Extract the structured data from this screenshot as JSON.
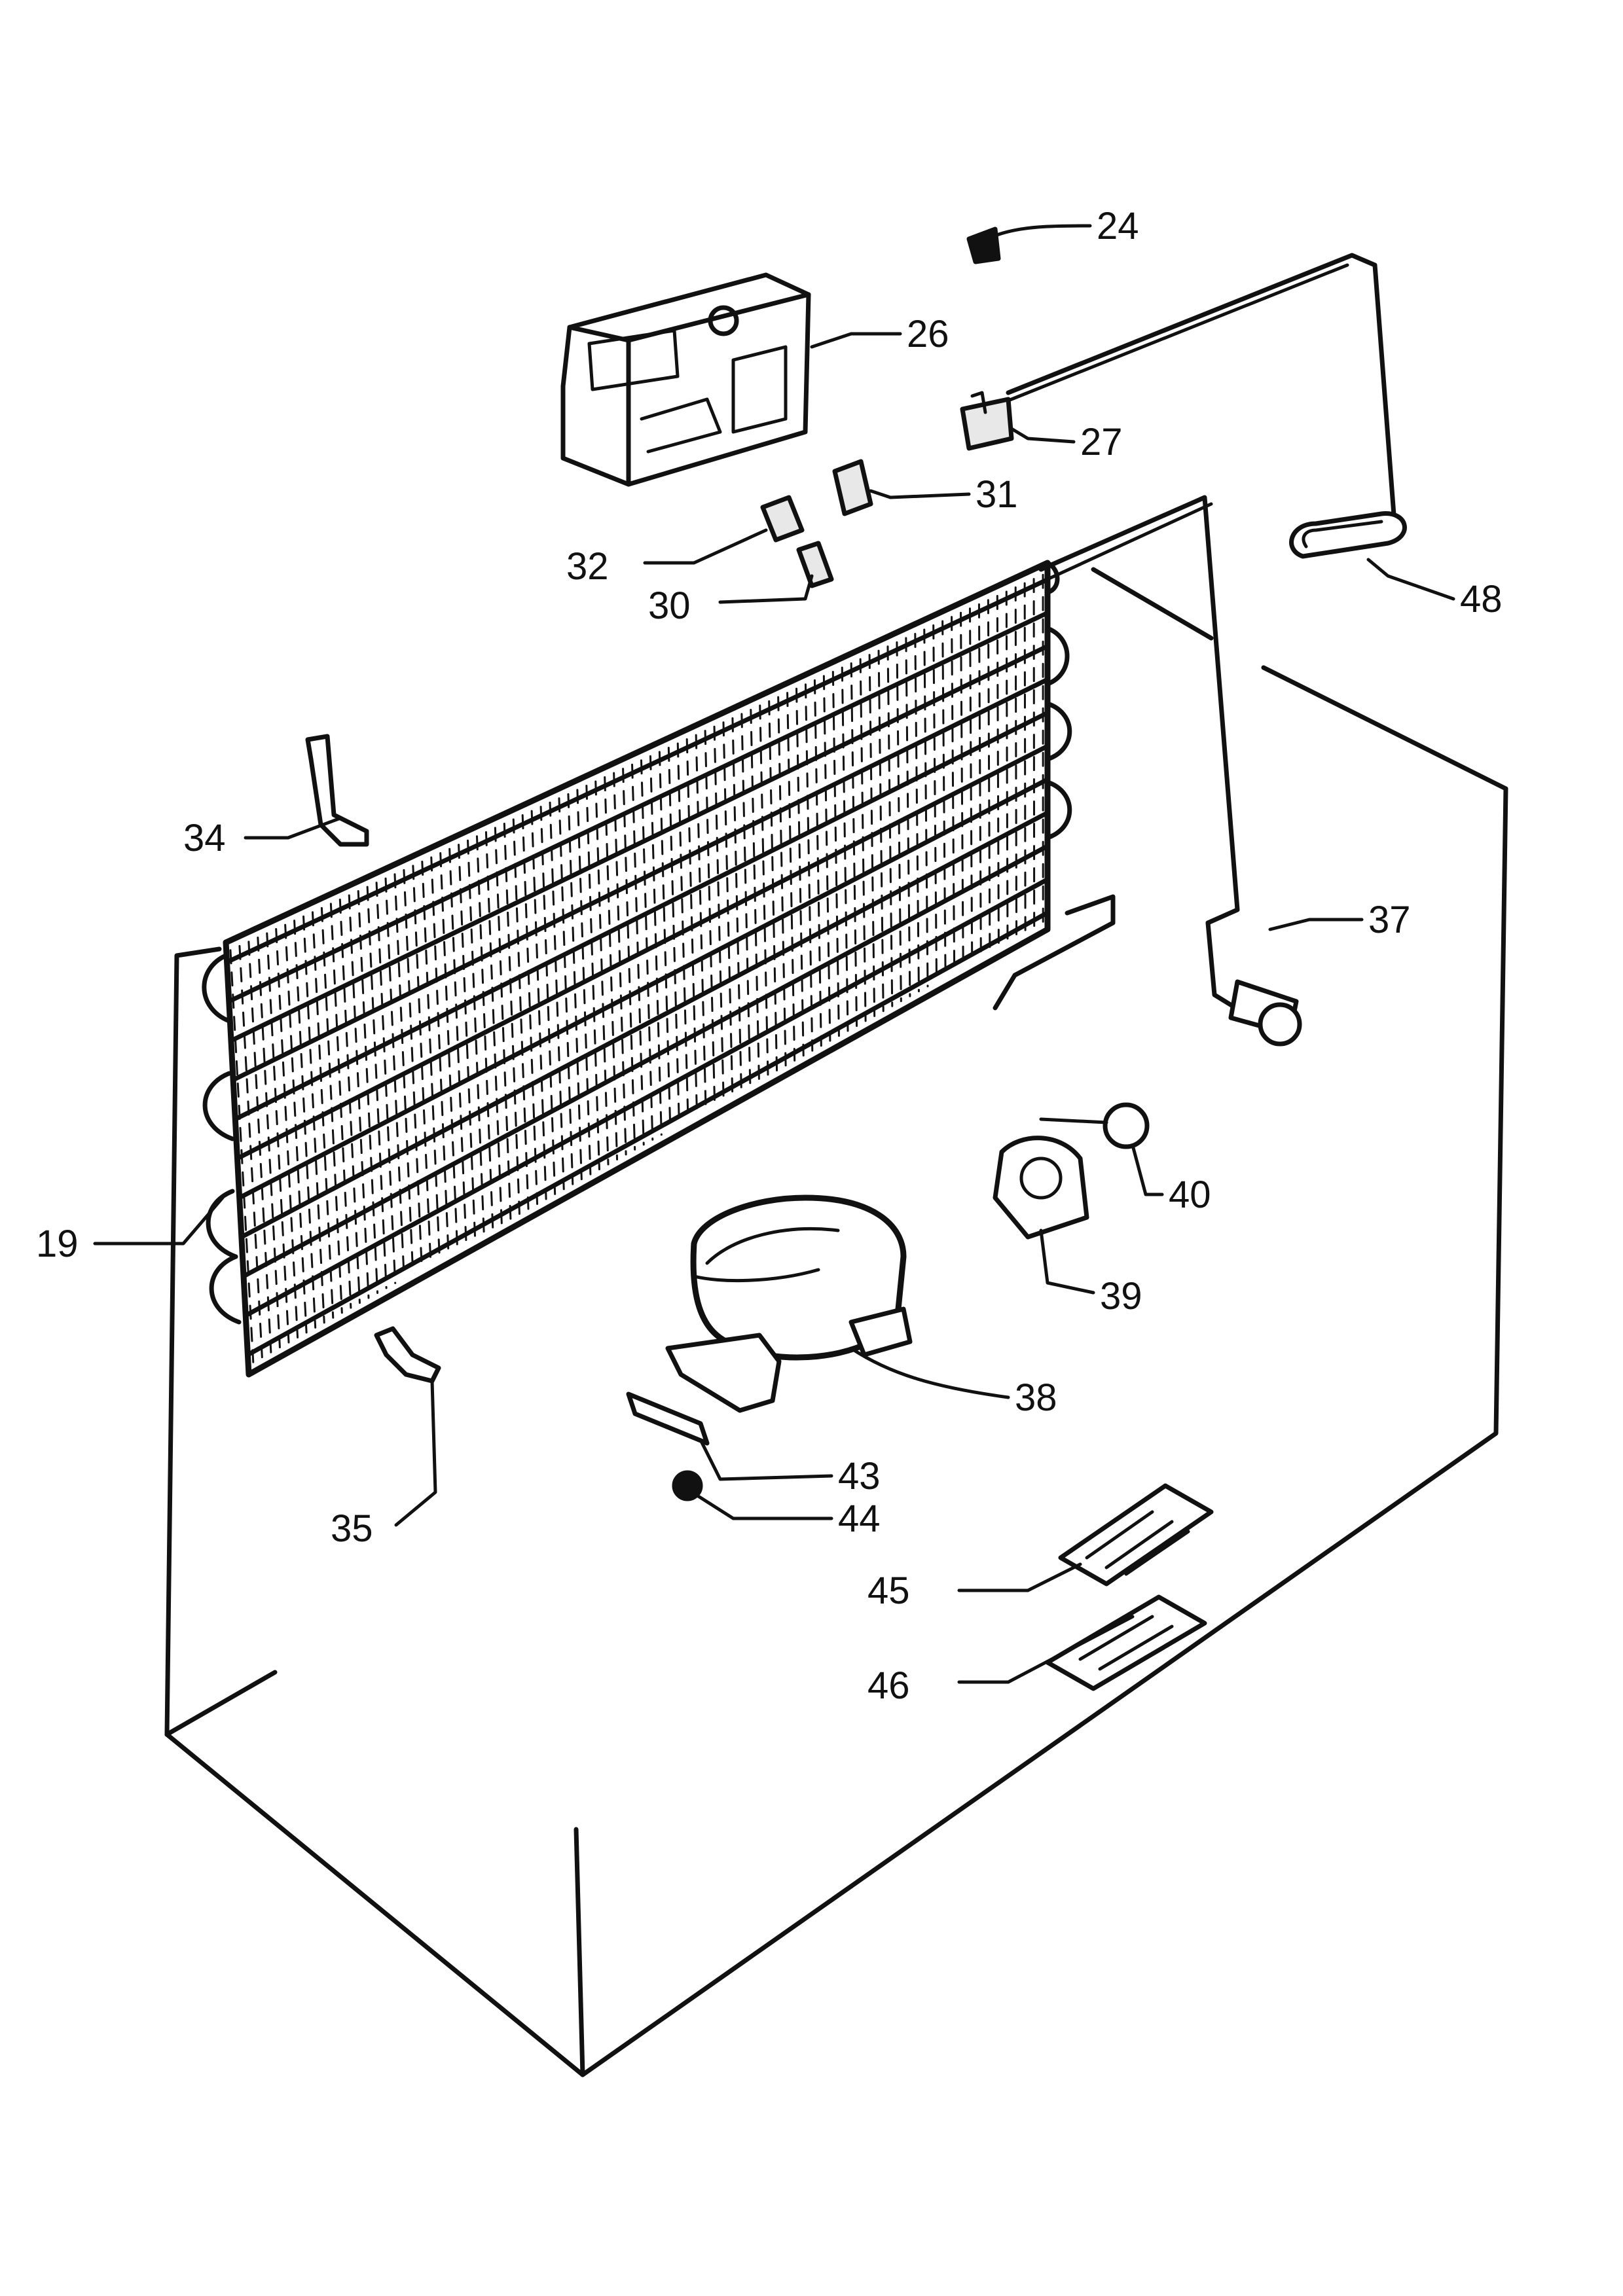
{
  "diagram": {
    "type": "exploded-parts-diagram",
    "callouts": [
      {
        "id": "c24",
        "part": "24",
        "label": "24"
      },
      {
        "id": "c26",
        "part": "26",
        "label": "26"
      },
      {
        "id": "c27",
        "part": "27",
        "label": "27"
      },
      {
        "id": "c31",
        "part": "31",
        "label": "31"
      },
      {
        "id": "c32",
        "part": "32",
        "label": "32"
      },
      {
        "id": "c30",
        "part": "30",
        "label": "30"
      },
      {
        "id": "c48",
        "part": "48",
        "label": "48"
      },
      {
        "id": "c34",
        "part": "34",
        "label": "34"
      },
      {
        "id": "c37",
        "part": "37",
        "label": "37"
      },
      {
        "id": "c40",
        "part": "40",
        "label": "40"
      },
      {
        "id": "c19",
        "part": "19",
        "label": "19"
      },
      {
        "id": "c39",
        "part": "39",
        "label": "39"
      },
      {
        "id": "c38",
        "part": "38",
        "label": "38"
      },
      {
        "id": "c43",
        "part": "43",
        "label": "43"
      },
      {
        "id": "c35",
        "part": "35",
        "label": "35"
      },
      {
        "id": "c44",
        "part": "44",
        "label": "44"
      },
      {
        "id": "c45",
        "part": "45",
        "label": "45"
      },
      {
        "id": "c46",
        "part": "46",
        "label": "46"
      }
    ]
  }
}
